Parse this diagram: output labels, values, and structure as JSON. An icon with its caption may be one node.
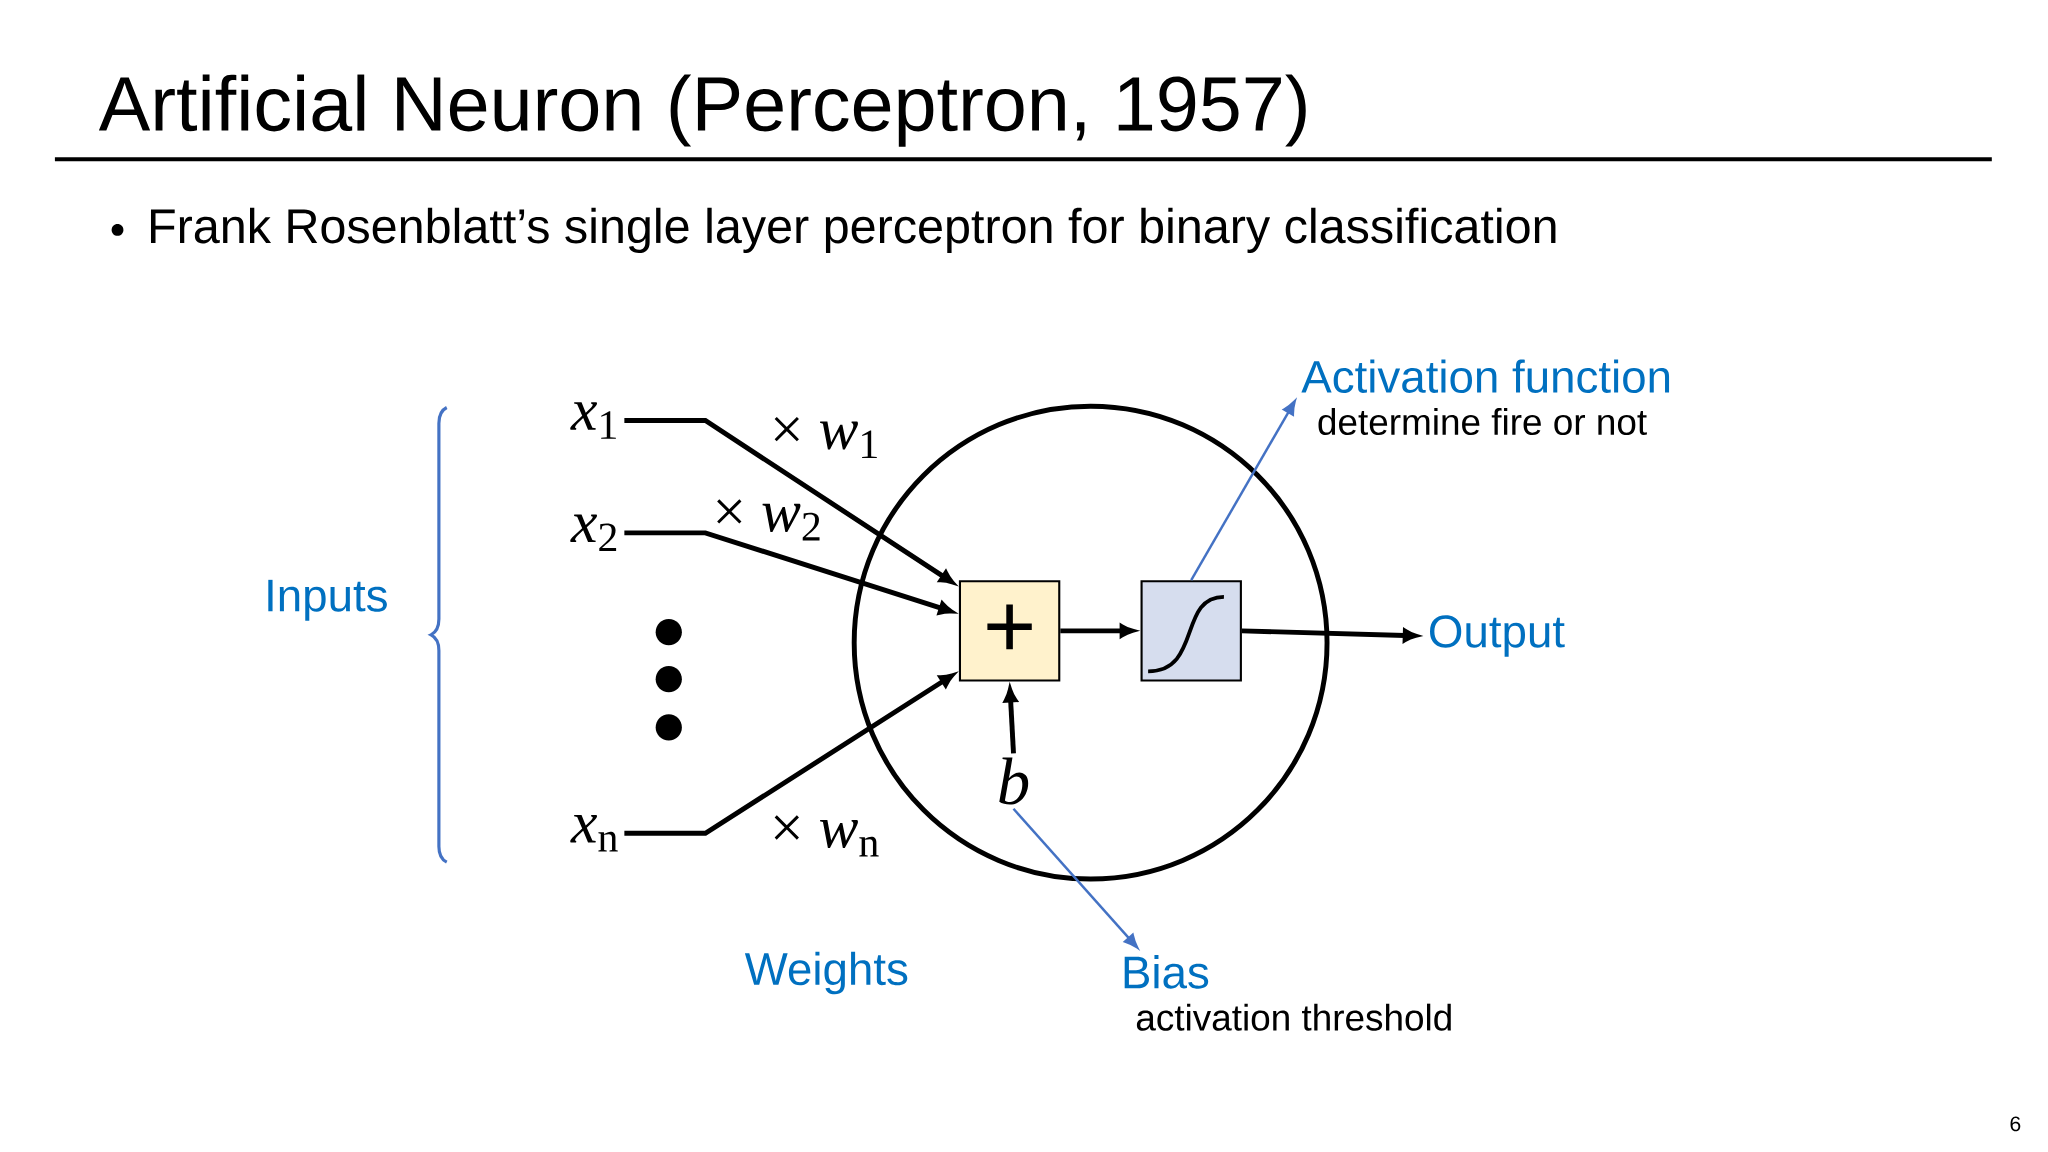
{
  "diagram": {
    "title": "Artificial Neuron (Perceptron, 1957)",
    "nodes": [
      {
        "text": [
          "*x*$_{1}$"
        ]
      },
      {
        "text": [
          "*x*$_{2}$"
        ]
      },
      {
        "text": [
          "*x*$_{n}$"
        ]
      },
      {
        "text": [],
        "shape": "circle"
      },
      {
        "text": [
          "+"
        ],
        "in": 3
      },
      {
        "text": [],
        "shape": "box",
        "in": 3
      },
      {
        "text": [
          "b"
        ],
        "in": 3
      },
      {
        "text": [
          "Output"
        ]
      },
      {
        "text": [
          "Activation function",
          "determine fire or not"
        ]
      },
      {
        "text": [
          "Bias",
          "activation threshold"
        ]
      }
    ],
    "edges": [
      {
        "from": 0,
        "to": 4,
        "arrow": "to",
        "label": "× *w*$_{1}$"
      },
      {
        "from": 1,
        "to": 4,
        "arrow": "to",
        "label": "× *w*$_{2}$"
      },
      {
        "from": 2,
        "to": 4,
        "arrow": "to",
        "label": "× *w*$_{n}$"
      },
      {
        "from": 4,
        "to": 5,
        "arrow": "to"
      },
      {
        "from": 5,
        "to": 7,
        "arrow": "to"
      },
      {
        "from": 6,
        "to": 4,
        "arrow": "to"
      },
      {
        "from": 5,
        "to": 8,
        "arrow": "to",
        "color": "#4472c4"
      },
      {
        "from": 6,
        "to": 9,
        "arrow": "to",
        "color": "#4472c4"
      }
    ],
    "labels": [
      "Frank Rosenblatt’s single layer perceptron for binary classification",
      "Inputs",
      "Weights",
      "6"
    ]
  }
}
